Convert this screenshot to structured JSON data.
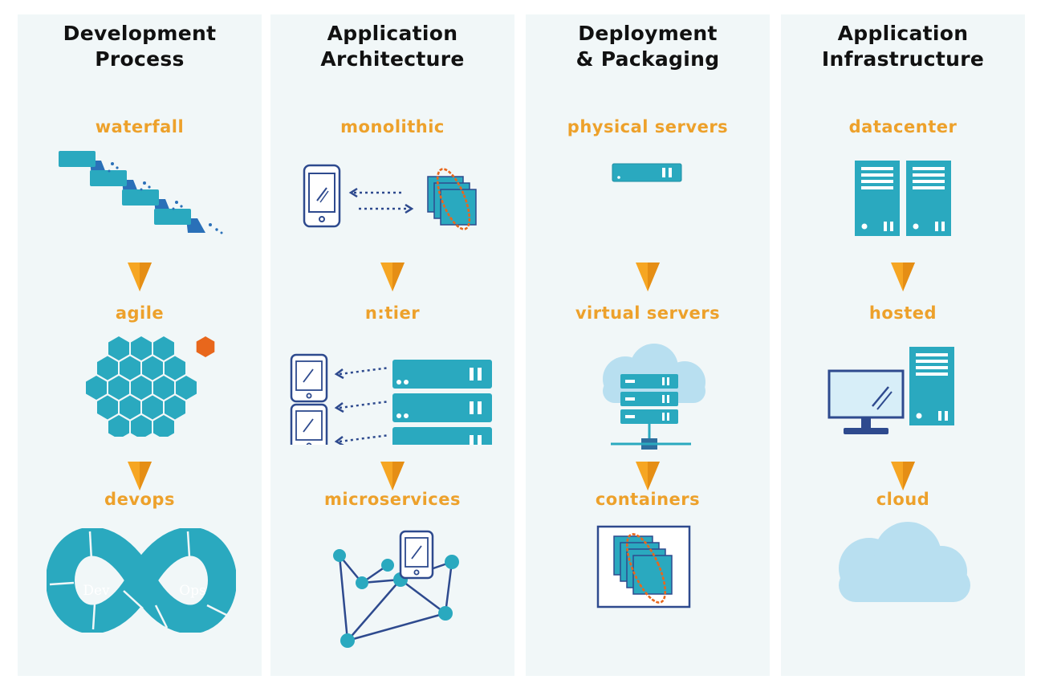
{
  "columns": [
    {
      "title_line1": "Development",
      "title_line2": "Process",
      "stages": [
        "waterfall",
        "agile",
        "devops"
      ]
    },
    {
      "title_line1": "Application",
      "title_line2": "Architecture",
      "stages": [
        "monolithic",
        "n:tier",
        "microservices"
      ]
    },
    {
      "title_line1": "Deployment",
      "title_line2": "& Packaging",
      "stages": [
        "physical servers",
        "virtual servers",
        "containers"
      ]
    },
    {
      "title_line1": "Application",
      "title_line2": "Infrastructure",
      "stages": [
        "datacenter",
        "hosted",
        "cloud"
      ]
    }
  ],
  "devops_icon": {
    "left_text": "Dev",
    "right_text": "Ops"
  },
  "colors": {
    "teal": "#2aa9bf",
    "navy": "#2e4a8e",
    "orange_label": "#eda12b",
    "orange_accent": "#e8671c",
    "light_blue": "#b8dff0",
    "panel": "#f1f7f8"
  },
  "icons": [
    "waterfall-steps-icon",
    "hexagon-cluster-icon",
    "infinity-devops-icon",
    "phone-to-stack-icon",
    "ntier-servers-icon",
    "microservices-network-icon",
    "single-server-icon",
    "cloud-servers-icon",
    "container-box-icon",
    "datacenter-towers-icon",
    "monitor-tower-icon",
    "cloud-icon"
  ]
}
